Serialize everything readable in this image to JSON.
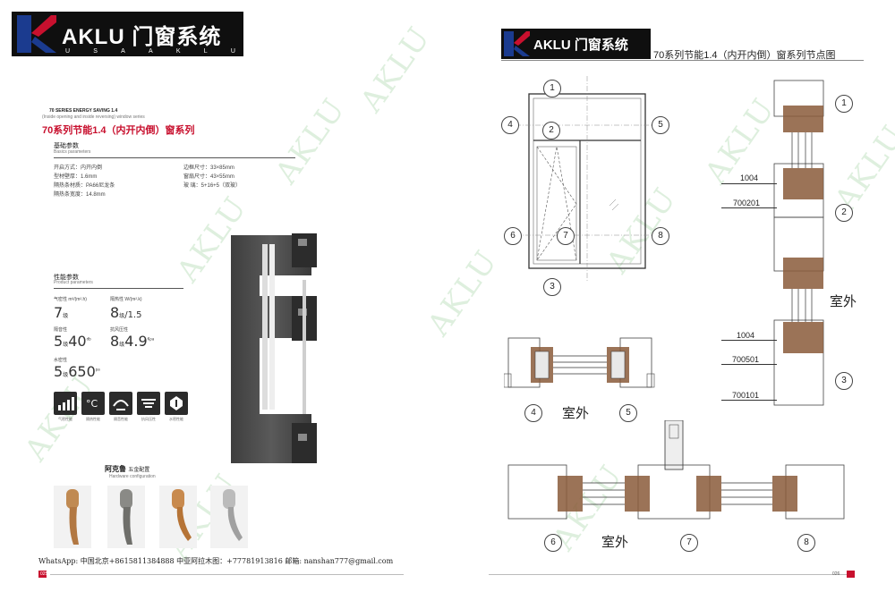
{
  "brand": {
    "name": "AKLU 门窗系统",
    "letters": [
      "U",
      "S",
      "A",
      "A",
      "K",
      "L",
      "U"
    ]
  },
  "left": {
    "series_en": "70 SERIES ENERGY SAVING 1.4",
    "series_en_sub": "(Inside opening and inside reversing) window series",
    "series_title": "70系列节能1.4（内开内倒）窗系列",
    "basic": {
      "title": "基础参数",
      "subtitle": "Basics parameters",
      "col1": [
        "开启方式：内开内倒",
        "型材壁厚：1.6mm",
        "隔热条材质：PA66尼龙条",
        "隔热条宽度：14.8mm"
      ],
      "col2": [
        "边框尺寸：33×85mm",
        "窗扇尺寸：43×55mm",
        "玻    璃：5+16+5（双玻）"
      ]
    },
    "product": {
      "title": "性能参数",
      "subtitle": "Product parameters",
      "items": [
        {
          "label": "气密性 m³/(m².h)",
          "value": "7",
          "unit": "级"
        },
        {
          "label": "隔热性 W/(m².k)",
          "value": "8",
          "unit": "级",
          "extra": "/1.5"
        },
        {
          "label": "隔音性",
          "value": "5",
          "unit": "级",
          "extra": "40",
          "sup": "db"
        },
        {
          "label": "抗风压性",
          "value": "8",
          "unit": "级",
          "extra": "4.9",
          "sup": "Kpa"
        },
        {
          "label": "水密性",
          "value": "5",
          "unit": "级",
          "extra": "650",
          "sup": "pa"
        }
      ]
    },
    "icons": [
      "airtight-icon",
      "thermal-icon",
      "sound-icon",
      "wind-icon",
      "water-icon"
    ],
    "icon_labels": [
      "气密性能",
      "隔热性能",
      "隔音性能",
      "抗风压性",
      "水密性能"
    ],
    "hardware": {
      "title": "阿克鲁",
      "suffix": "五金配置",
      "subtitle": "Hardware configuration"
    },
    "handle_colors": [
      "#c08a52",
      "#8a8a86",
      "#c88a4e",
      "#b8b8b8"
    ],
    "contact": "WhatsApp: 中国北京+8615811384888   中亚阿拉木图：+77781913816  邮箱:  nanshan777@gmail.com",
    "page_no": "025"
  },
  "right": {
    "page_title": "70系列节能1.4（内开内倒）窗系列节点图",
    "elevation_labels": [
      "1",
      "2",
      "3",
      "4",
      "5",
      "6",
      "7",
      "8"
    ],
    "section_codes": [
      "1004",
      "700201",
      "1004",
      "700501",
      "700101"
    ],
    "section_nums": [
      "1",
      "2",
      "3"
    ],
    "outdoor": "室外",
    "page_no": "026"
  },
  "watermark": "AKLU",
  "colors": {
    "accent_red": "#c8102e",
    "logo_blue": "#1b3b8f",
    "frame_gray": "#4a4a4a"
  }
}
